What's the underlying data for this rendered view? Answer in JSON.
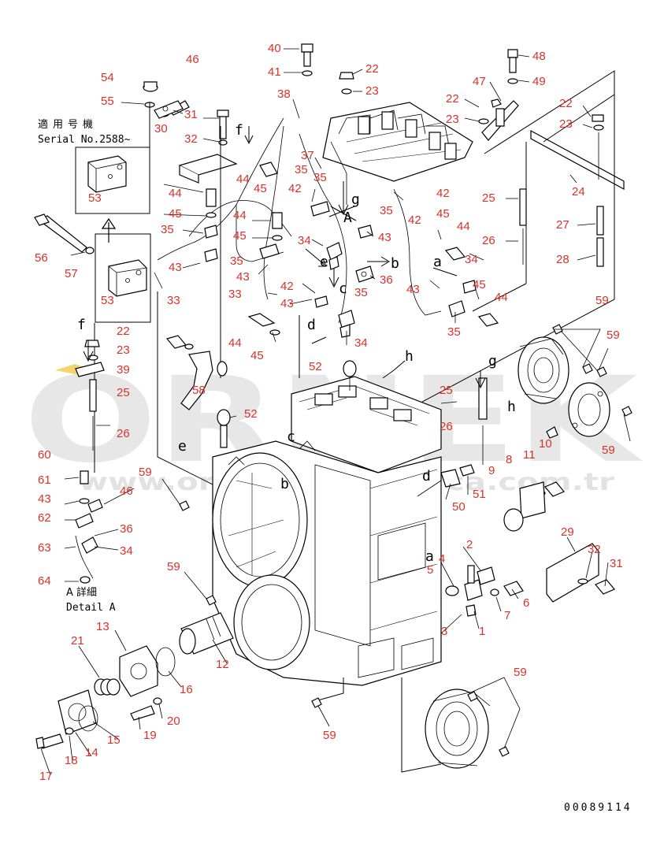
{
  "watermark": {
    "logo_text": "ORNEK",
    "url_text": "www.ornekyedekparca.com.tr"
  },
  "serial_note": {
    "line1": "適用号機",
    "line2": "Serial No.2588~"
  },
  "detail_note": {
    "line1": "A 詳細",
    "line2": "Detail A"
  },
  "drawing_number": "00089114",
  "view_letters": [
    "A",
    "f",
    "g",
    "a",
    "b",
    "c",
    "d",
    "e",
    "h"
  ],
  "part_labels": [
    {
      "id": "54",
      "text": "54"
    },
    {
      "id": "55",
      "text": "55"
    },
    {
      "id": "46a",
      "text": "46"
    },
    {
      "id": "30",
      "text": "30"
    },
    {
      "id": "31a",
      "text": "31"
    },
    {
      "id": "32a",
      "text": "32"
    },
    {
      "id": "40",
      "text": "40"
    },
    {
      "id": "41",
      "text": "41"
    },
    {
      "id": "38",
      "text": "38"
    },
    {
      "id": "22a",
      "text": "22"
    },
    {
      "id": "23a",
      "text": "23"
    },
    {
      "id": "48",
      "text": "48"
    },
    {
      "id": "49",
      "text": "49"
    },
    {
      "id": "47",
      "text": "47"
    },
    {
      "id": "22b",
      "text": "22"
    },
    {
      "id": "23b",
      "text": "23"
    },
    {
      "id": "22c",
      "text": "22"
    },
    {
      "id": "23c",
      "text": "23"
    },
    {
      "id": "24",
      "text": "24"
    },
    {
      "id": "53a",
      "text": "53"
    },
    {
      "id": "37",
      "text": "37"
    },
    {
      "id": "35a",
      "text": "35"
    },
    {
      "id": "44a",
      "text": "44"
    },
    {
      "id": "45a",
      "text": "45"
    },
    {
      "id": "42a",
      "text": "42"
    },
    {
      "id": "35b",
      "text": "35"
    },
    {
      "id": "42b",
      "text": "42"
    },
    {
      "id": "25a",
      "text": "25"
    },
    {
      "id": "44b",
      "text": "44"
    },
    {
      "id": "45b",
      "text": "45"
    },
    {
      "id": "44c",
      "text": "44"
    },
    {
      "id": "35c",
      "text": "35"
    },
    {
      "id": "42c",
      "text": "42"
    },
    {
      "id": "45c",
      "text": "45"
    },
    {
      "id": "44d",
      "text": "44"
    },
    {
      "id": "27",
      "text": "27"
    },
    {
      "id": "35d",
      "text": "35"
    },
    {
      "id": "45d",
      "text": "45"
    },
    {
      "id": "34a",
      "text": "34"
    },
    {
      "id": "43a",
      "text": "43"
    },
    {
      "id": "26a",
      "text": "26"
    },
    {
      "id": "34b",
      "text": "34"
    },
    {
      "id": "28",
      "text": "28"
    },
    {
      "id": "56",
      "text": "56"
    },
    {
      "id": "57",
      "text": "57"
    },
    {
      "id": "43b",
      "text": "43"
    },
    {
      "id": "35e",
      "text": "35"
    },
    {
      "id": "43c",
      "text": "43"
    },
    {
      "id": "36a",
      "text": "36"
    },
    {
      "id": "43d",
      "text": "43"
    },
    {
      "id": "45e",
      "text": "45"
    },
    {
      "id": "53b",
      "text": "53"
    },
    {
      "id": "33a",
      "text": "33"
    },
    {
      "id": "33b",
      "text": "33"
    },
    {
      "id": "42d",
      "text": "42"
    },
    {
      "id": "35f",
      "text": "35"
    },
    {
      "id": "43e",
      "text": "43"
    },
    {
      "id": "44e",
      "text": "44"
    },
    {
      "id": "59a",
      "text": "59"
    },
    {
      "id": "35g",
      "text": "35"
    },
    {
      "id": "44f",
      "text": "44"
    },
    {
      "id": "45f",
      "text": "45"
    },
    {
      "id": "34c",
      "text": "34"
    },
    {
      "id": "59b",
      "text": "59"
    },
    {
      "id": "22d",
      "text": "22"
    },
    {
      "id": "23d",
      "text": "23"
    },
    {
      "id": "39",
      "text": "39"
    },
    {
      "id": "52a",
      "text": "52"
    },
    {
      "id": "25b",
      "text": "25"
    },
    {
      "id": "58",
      "text": "58"
    },
    {
      "id": "25c",
      "text": "25"
    },
    {
      "id": "26b",
      "text": "26"
    },
    {
      "id": "52b",
      "text": "52"
    },
    {
      "id": "26c",
      "text": "26"
    },
    {
      "id": "10",
      "text": "10"
    },
    {
      "id": "59c",
      "text": "59"
    },
    {
      "id": "60",
      "text": "60"
    },
    {
      "id": "8",
      "text": "8"
    },
    {
      "id": "11",
      "text": "11"
    },
    {
      "id": "61",
      "text": "61"
    },
    {
      "id": "46b",
      "text": "46"
    },
    {
      "id": "59d",
      "text": "59"
    },
    {
      "id": "9",
      "text": "9"
    },
    {
      "id": "51",
      "text": "51"
    },
    {
      "id": "43f",
      "text": "43"
    },
    {
      "id": "50",
      "text": "50"
    },
    {
      "id": "62",
      "text": "62"
    },
    {
      "id": "36b",
      "text": "36"
    },
    {
      "id": "63",
      "text": "63"
    },
    {
      "id": "34d",
      "text": "34"
    },
    {
      "id": "2",
      "text": "2"
    },
    {
      "id": "29",
      "text": "29"
    },
    {
      "id": "4",
      "text": "4"
    },
    {
      "id": "5",
      "text": "5"
    },
    {
      "id": "32b",
      "text": "32"
    },
    {
      "id": "31b",
      "text": "31"
    },
    {
      "id": "59e",
      "text": "59"
    },
    {
      "id": "64",
      "text": "64"
    },
    {
      "id": "6",
      "text": "6"
    },
    {
      "id": "7",
      "text": "7"
    },
    {
      "id": "3",
      "text": "3"
    },
    {
      "id": "1",
      "text": "1"
    },
    {
      "id": "13",
      "text": "13"
    },
    {
      "id": "21",
      "text": "21"
    },
    {
      "id": "12",
      "text": "12"
    },
    {
      "id": "16",
      "text": "16"
    },
    {
      "id": "59f",
      "text": "59"
    },
    {
      "id": "20",
      "text": "20"
    },
    {
      "id": "19",
      "text": "19"
    },
    {
      "id": "15",
      "text": "15"
    },
    {
      "id": "14",
      "text": "14"
    },
    {
      "id": "59g",
      "text": "59"
    },
    {
      "id": "18",
      "text": "18"
    },
    {
      "id": "17",
      "text": "17"
    }
  ]
}
